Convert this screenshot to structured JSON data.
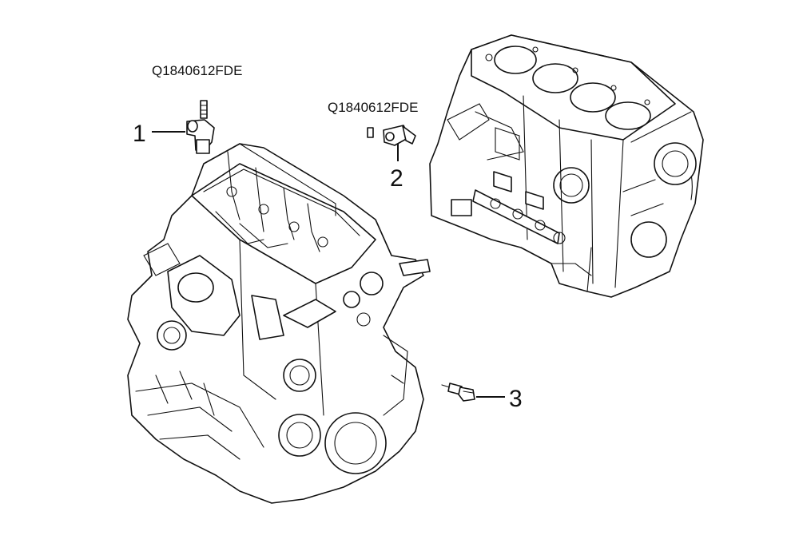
{
  "diagram": {
    "part_labels": [
      {
        "number": "1",
        "part_code": "Q1840612FDE"
      },
      {
        "number": "2",
        "part_code": "Q1840612FDE"
      },
      {
        "number": "3"
      }
    ]
  }
}
